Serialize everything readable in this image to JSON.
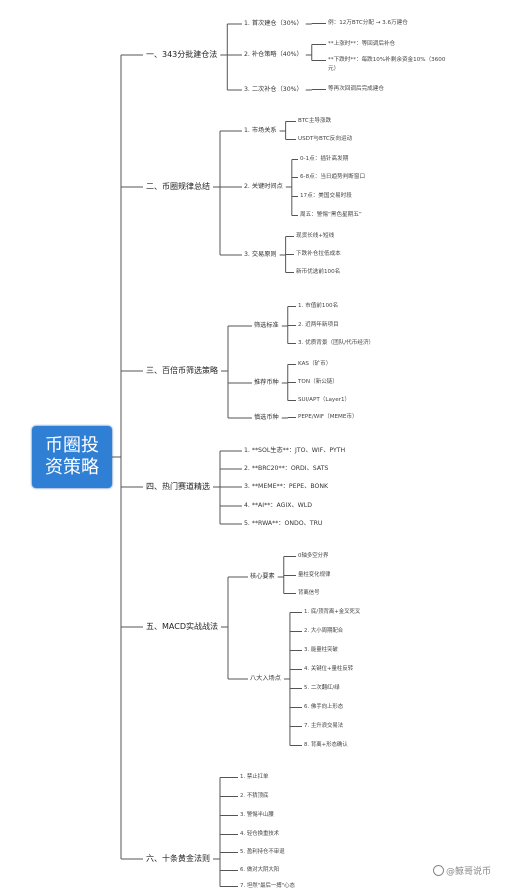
{
  "root": {
    "line1": "币圈投",
    "line2": "资策略"
  },
  "branches": [
    {
      "id": "b1",
      "label": "一、343分批建仓法",
      "children": [
        {
          "id": "b1c1",
          "label": "1. 首次建仓（30%）",
          "children": [
            {
              "id": "b1c1g1",
              "label": "例：12万BTC分配 → 3.6万建仓"
            }
          ]
        },
        {
          "id": "b1c2",
          "label": "2. 补仓策略（40%）",
          "children": [
            {
              "id": "b1c2g1",
              "label": "**上涨时**：等回调后补仓"
            },
            {
              "id": "b1c2g2",
              "label": "**下跌时**：每跌10%补剩余资金10%（3600",
              "label2": "元）"
            }
          ]
        },
        {
          "id": "b1c3",
          "label": "3. 二次补仓（30%）",
          "children": [
            {
              "id": "b1c3g1",
              "label": "等再次回调后完成建仓"
            }
          ]
        }
      ]
    },
    {
      "id": "b2",
      "label": "二、币圈规律总结",
      "children": [
        {
          "id": "b2c1",
          "label": "1. 市场关系",
          "children": [
            {
              "id": "b2c1g1",
              "label": "BTC主导涨跌"
            },
            {
              "id": "b2c1g2",
              "label": "USDT与BTC反向运动"
            }
          ]
        },
        {
          "id": "b2c2",
          "label": "2. 关键时间点",
          "children": [
            {
              "id": "b2c2g1",
              "label": "0-1点：插针高发期"
            },
            {
              "id": "b2c2g2",
              "label": "6-8点：当日趋势判断窗口"
            },
            {
              "id": "b2c2g3",
              "label": "17点：美国交易时段"
            },
            {
              "id": "b2c2g4",
              "label": "周五：警惕“黑色星期五”"
            }
          ]
        },
        {
          "id": "b2c3",
          "label": "3. 交易原则",
          "children": [
            {
              "id": "b2c3g1",
              "label": "现货长线+短线"
            },
            {
              "id": "b2c3g2",
              "label": "下跌补仓拉低成本"
            },
            {
              "id": "b2c3g3",
              "label": "新币优选前100名"
            }
          ]
        }
      ]
    },
    {
      "id": "b3",
      "label": "三、百倍币筛选策略",
      "children": [
        {
          "id": "b3c1",
          "label": "筛选标准",
          "children": [
            {
              "id": "b3c1g1",
              "label": "1. 市值前100名"
            },
            {
              "id": "b3c1g2",
              "label": "2. 近两年新项目"
            },
            {
              "id": "b3c1g3",
              "label": "3. 优质背景（团队/代币经济）"
            }
          ]
        },
        {
          "id": "b3c2",
          "label": "推荐币种",
          "children": [
            {
              "id": "b3c2g1",
              "label": "KAS（矿币）"
            },
            {
              "id": "b3c2g2",
              "label": "TON（新公链）"
            },
            {
              "id": "b3c2g3",
              "label": "SUI/APT（Layer1）"
            }
          ]
        },
        {
          "id": "b3c3",
          "label": "慎选币种",
          "children": [
            {
              "id": "b3c3g1",
              "label": "PEPE/WIF（MEME币）"
            }
          ]
        }
      ]
    },
    {
      "id": "b4",
      "label": "四、热门赛道精选",
      "children": [
        {
          "id": "b4c1",
          "label": "1. **SOL生态**：JTO、WIF、PYTH",
          "children": []
        },
        {
          "id": "b4c2",
          "label": "2. **BRC20**：ORDI、SATS",
          "children": []
        },
        {
          "id": "b4c3",
          "label": "3. **MEME**：PEPE、BONK",
          "children": []
        },
        {
          "id": "b4c4",
          "label": "4. **AI**：AGIX、WLD",
          "children": []
        },
        {
          "id": "b4c5",
          "label": "5. **RWA**：ONDO、TRU",
          "children": []
        }
      ]
    },
    {
      "id": "b5",
      "label": "五、MACD实战战法",
      "children": [
        {
          "id": "b5c1",
          "label": "核心要素",
          "children": [
            {
              "id": "b5c1g1",
              "label": "0轴多空分界"
            },
            {
              "id": "b5c1g2",
              "label": "量柱变化规律"
            },
            {
              "id": "b5c1g3",
              "label": "背离信号"
            }
          ]
        },
        {
          "id": "b5c2",
          "label": "八大入场点",
          "children": [
            {
              "id": "b5c2g1",
              "label": "1. 底/顶背离+金叉死叉"
            },
            {
              "id": "b5c2g2",
              "label": "2. 大小周期配合"
            },
            {
              "id": "b5c2g3",
              "label": "3. 能量柱突破"
            },
            {
              "id": "b5c2g4",
              "label": "4. 关键位+量柱反转"
            },
            {
              "id": "b5c2g5",
              "label": "5. 二次翻红/绿"
            },
            {
              "id": "b5c2g6",
              "label": "6. 佛手向上形态"
            },
            {
              "id": "b5c2g7",
              "label": "7. 主升浪交易法"
            },
            {
              "id": "b5c2g8",
              "label": "8. 背离+形态确认"
            }
          ]
        }
      ]
    },
    {
      "id": "b6",
      "label": "六、十条黄金法则",
      "children": [
        {
          "id": "b6c1",
          "label": "1. 禁止扛单",
          "children": []
        },
        {
          "id": "b6c2",
          "label": "2. 不猜顶底",
          "children": []
        },
        {
          "id": "b6c3",
          "label": "3. 警惕半山腰",
          "children": []
        },
        {
          "id": "b6c4",
          "label": "4. 轻仓换重技术",
          "children": []
        },
        {
          "id": "b6c5",
          "label": "5. 盈利持仓不审退",
          "children": []
        },
        {
          "id": "b6c6",
          "label": "6. 做对大阴大阳",
          "children": []
        },
        {
          "id": "b6c7",
          "label": "7. 坦然\"最后一搏\"心态",
          "children": []
        }
      ]
    }
  ],
  "watermark": {
    "text": "@鲸哥说币"
  },
  "colors": {
    "root_fill": "#2f7fd4",
    "line": "#555555",
    "text": "#333333"
  }
}
